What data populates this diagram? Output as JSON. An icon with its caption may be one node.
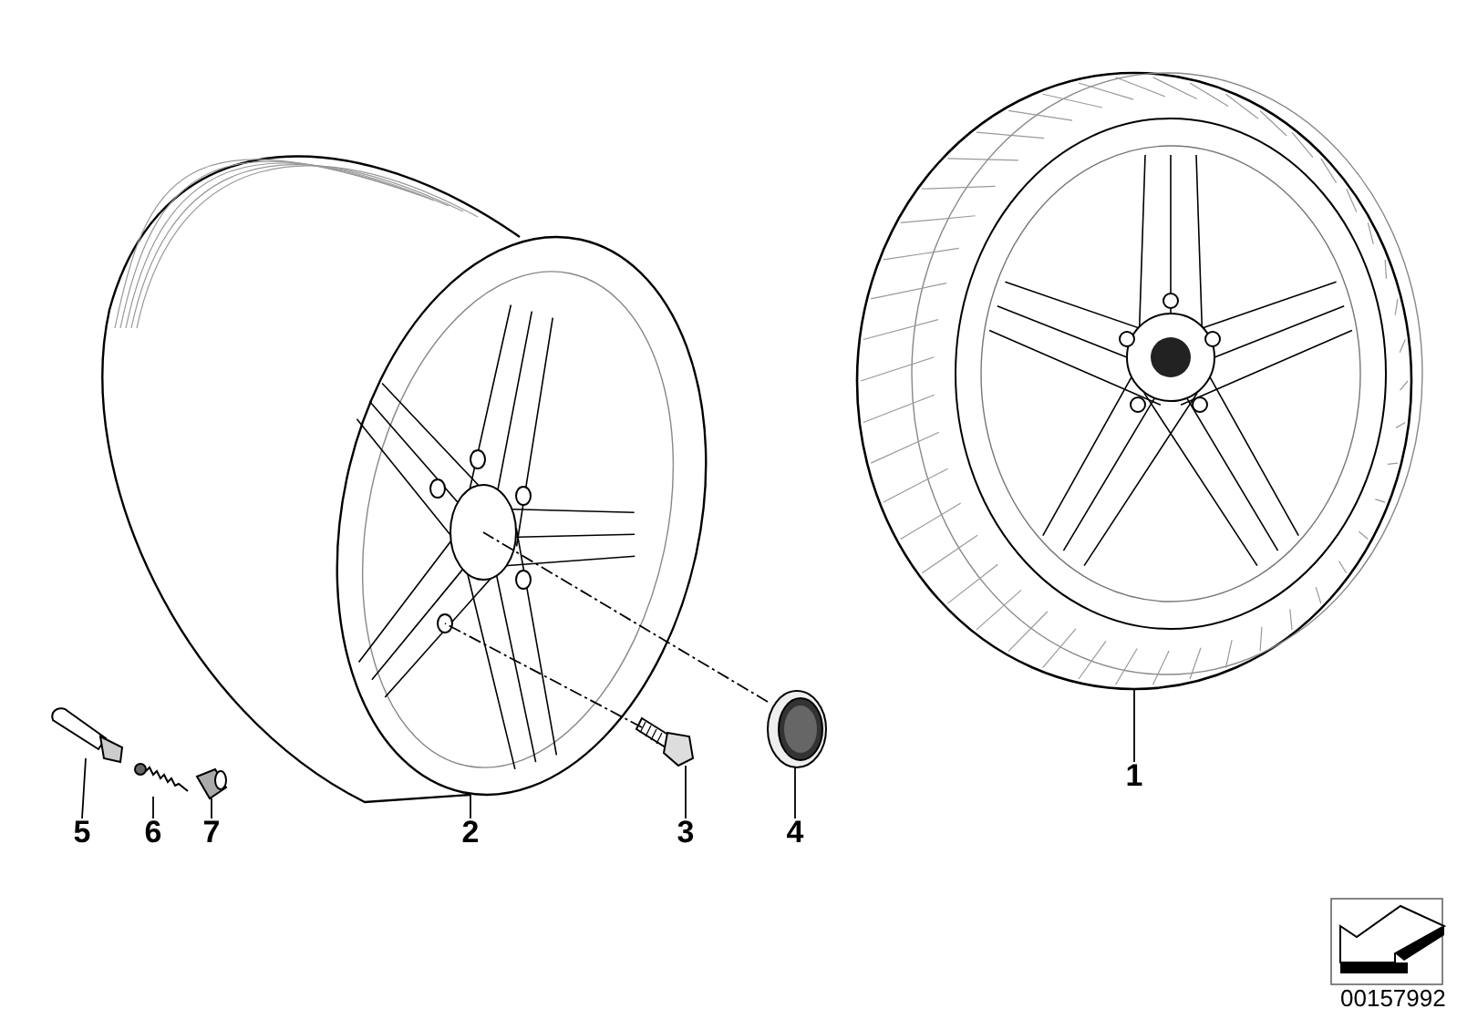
{
  "diagram": {
    "nodes": [
      {
        "text": [
          "1"
        ]
      },
      {
        "text": [
          "2"
        ]
      },
      {
        "text": [
          "3"
        ]
      },
      {
        "text": [
          "4"
        ]
      },
      {
        "text": [
          "5"
        ]
      },
      {
        "text": [
          "6"
        ]
      },
      {
        "text": [
          "7"
        ]
      },
      {
        "text": [],
        "shape": "picture"
      },
      {
        "text": [],
        "shape": "picture"
      },
      {
        "text": [],
        "shape": "picture"
      },
      {
        "text": [],
        "shape": "picture"
      },
      {
        "text": [],
        "shape": "picture"
      },
      {
        "text": [],
        "shape": "picture"
      },
      {
        "text": [],
        "shape": "picture"
      }
    ],
    "edges": [
      {
        "from": 0,
        "to": 7,
        "arrow": "none"
      },
      {
        "from": 1,
        "to": 8,
        "arrow": "none"
      },
      {
        "from": 2,
        "to": 9,
        "arrow": "none"
      },
      {
        "from": 3,
        "to": 10,
        "arrow": "none"
      },
      {
        "from": 4,
        "to": 11,
        "arrow": "none"
      },
      {
        "from": 5,
        "to": 12,
        "arrow": "none"
      },
      {
        "from": 6,
        "to": 13,
        "arrow": "none"
      },
      {
        "from": 9,
        "to": 8,
        "arrow": "none",
        "style": "dashed"
      },
      {
        "from": 10,
        "to": 8,
        "arrow": "none",
        "style": "dashed"
      }
    ],
    "labels": [
      "00157992"
    ]
  }
}
